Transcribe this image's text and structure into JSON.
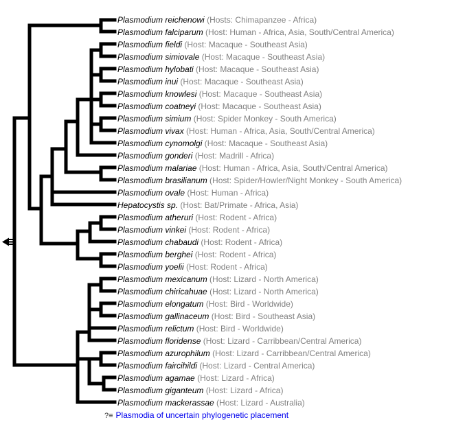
{
  "diagram": {
    "root_marker": "left-arrow",
    "colors": {
      "background": "#ffffff",
      "line": "#000000",
      "species_name": "#000000",
      "host_text": "#808080",
      "caption_link": "#0000EE",
      "caption_glyph": "#333333"
    },
    "caption": {
      "glyph": "?≡",
      "label": "Plasmodia of uncertain phylogenetic placement"
    },
    "leaves": [
      {
        "name": "Plasmodium reichenowi",
        "host": "(Hosts: Chimapanzee - Africa)"
      },
      {
        "name": "Plasmodium falciparum",
        "host": "(Host: Human - Africa, Asia, South/Central America)"
      },
      {
        "name": "Plasmodium fieldi",
        "host": "(Host: Macaque - Southeast Asia)"
      },
      {
        "name": "Plasmodium simiovale",
        "host": "(Host: Macaque - Southeast Asia)"
      },
      {
        "name": "Plasmodium hylobati",
        "host": "(Host: Macaque - Southeast Asia)"
      },
      {
        "name": "Plasmodium inui",
        "host": "(Host: Macaque - Southeast Asia)"
      },
      {
        "name": "Plasmodium knowlesi",
        "host": "(Host: Macaque - Southeast Asia)"
      },
      {
        "name": "Plasmodium coatneyi",
        "host": "(Host: Macaque - Southeast Asia)"
      },
      {
        "name": "Plasmodium simium",
        "host": "(Host: Spider Monkey - South America)"
      },
      {
        "name": "Plasmodium vivax",
        "host": "(Host: Human - Africa, Asia, South/Central America)"
      },
      {
        "name": "Plasmodium cynomolgi",
        "host": "(Host: Macaque - Southeast Asia)"
      },
      {
        "name": "Plasmodium gonderi",
        "host": "(Host: Madrill - Africa)"
      },
      {
        "name": "Plasmodium malariae",
        "host": "(Host: Human - Africa, Asia, South/Central America)"
      },
      {
        "name": "Plasmodium brasilianum",
        "host": "(Host: Spider/Howler/Night Monkey - South America)"
      },
      {
        "name": "Plasmodium ovale",
        "host": "(Host: Human - Africa)"
      },
      {
        "name": "Hepatocystis sp.",
        "host": "(Host: Bat/Primate - Africa, Asia)"
      },
      {
        "name": "Plasmodium atheruri",
        "host": "(Host: Rodent - Africa)"
      },
      {
        "name": "Plasmodium vinkei",
        "host": "(Host: Rodent - Africa)"
      },
      {
        "name": "Plasmodium chabaudi",
        "host": "(Host: Rodent - Africa)"
      },
      {
        "name": "Plasmodium berghei",
        "host": "(Host: Rodent - Africa)"
      },
      {
        "name": "Plasmodium yoelii",
        "host": "(Host: Rodent - Africa)"
      },
      {
        "name": "Plasmodium mexicanum",
        "host": "(Host: Lizard - North America)"
      },
      {
        "name": "Plasmodium chiricahuae",
        "host": "(Host: Lizard - North America)"
      },
      {
        "name": "Plasmodium elongatum",
        "host": "(Host: Bird - Worldwide)"
      },
      {
        "name": "Plasmodium gallinaceum",
        "host": "(Host: Bird - Southeast Asia)"
      },
      {
        "name": "Plasmodium relictum",
        "host": "(Host: Bird - Worldwide)"
      },
      {
        "name": "Plasmodium floridense",
        "host": "(Host: Lizard - Carribbean/Central America)"
      },
      {
        "name": "Plasmodium azurophilum",
        "host": "(Host: Lizard - Carribbean/Central America)"
      },
      {
        "name": "Plasmodium faircihildi",
        "host": "(Host: Lizard - Central America)"
      },
      {
        "name": "Plasmodium agamae",
        "host": "(Host: Lizard - Africa)"
      },
      {
        "name": "Plasmodium giganteum",
        "host": "(Host: Lizard - Africa)"
      },
      {
        "name": "Plasmodium mackerassae",
        "host": "(Host: Lizard - Australia)"
      }
    ]
  }
}
